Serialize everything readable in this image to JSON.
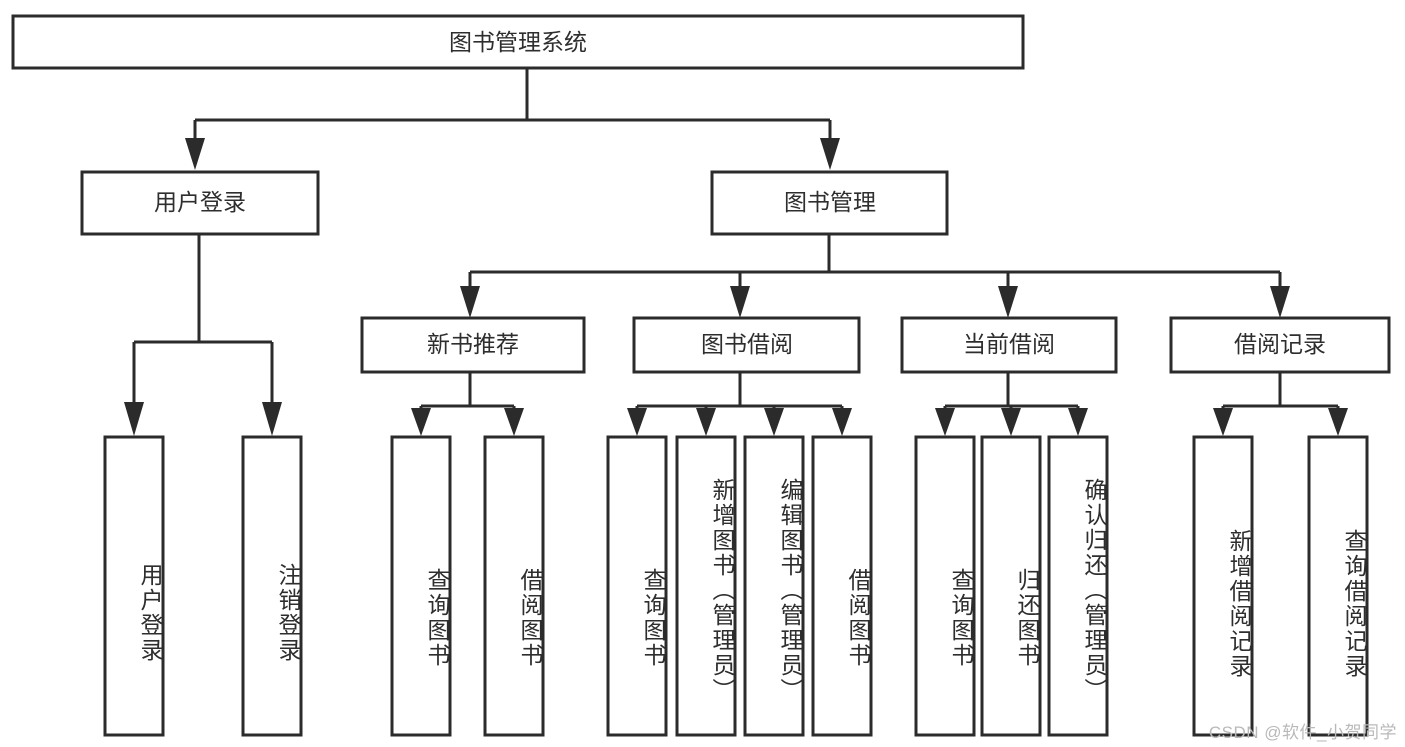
{
  "diagram": {
    "type": "tree",
    "title": "图书管理系统",
    "watermark": "CSDN @软件_小贺同学",
    "colors": {
      "box_stroke": "#2b2b2b",
      "box_fill": "#ffffff",
      "text": "#2e2e2e",
      "connector": "#2b2b2b",
      "watermark": "#b9b9b9",
      "background": "#ffffff"
    },
    "levels": {
      "root": {
        "label": "图书管理系统"
      },
      "level2": [
        {
          "label": "用户登录"
        },
        {
          "label": "图书管理"
        }
      ],
      "level3": [
        {
          "label": "新书推荐"
        },
        {
          "label": "图书借阅"
        },
        {
          "label": "当前借阅"
        },
        {
          "label": "借阅记录"
        }
      ],
      "leaves": [
        {
          "label": "用户登录",
          "parent": "用户登录"
        },
        {
          "label": "注销登录",
          "parent": "用户登录"
        },
        {
          "label": "查询图书",
          "parent": "新书推荐"
        },
        {
          "label": "借阅图书",
          "parent": "新书推荐"
        },
        {
          "label": "查询图书",
          "parent": "图书借阅"
        },
        {
          "label": "新增图书（管理员）",
          "parent": "图书借阅"
        },
        {
          "label": "编辑图书（管理员）",
          "parent": "图书借阅"
        },
        {
          "label": "借阅图书",
          "parent": "图书借阅"
        },
        {
          "label": "查询图书",
          "parent": "当前借阅"
        },
        {
          "label": "归还图书",
          "parent": "当前借阅"
        },
        {
          "label": "确认归还（管理员）",
          "parent": "当前借阅"
        },
        {
          "label": "新增借阅记录",
          "parent": "借阅记录"
        },
        {
          "label": "查询借阅记录",
          "parent": "借阅记录"
        }
      ]
    }
  }
}
